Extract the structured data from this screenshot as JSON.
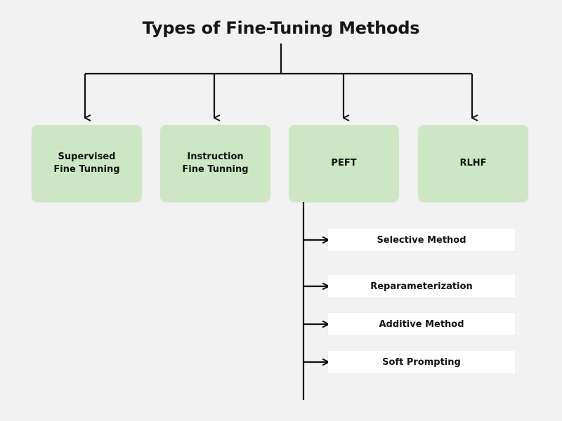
{
  "diagram": {
    "title": "Types of Fine-Tuning Methods",
    "background_color": "#f2f2f2",
    "node_color": "#cde7c4",
    "leaf_color": "#ffffff",
    "line_color": "#111111",
    "level1": [
      {
        "id": "supervised",
        "line1": "Supervised",
        "line2": "Fine Tunning"
      },
      {
        "id": "instruction",
        "line1": "Instruction",
        "line2": "Fine Tunning"
      },
      {
        "id": "peft",
        "line1": "PEFT",
        "line2": ""
      },
      {
        "id": "rlhf",
        "line1": "RLHF",
        "line2": ""
      }
    ],
    "peft_children": [
      {
        "id": "selective-method",
        "label": "Selective Method"
      },
      {
        "id": "reparameterization",
        "label": "Reparameterization"
      },
      {
        "id": "additive-method",
        "label": "Additive Method"
      },
      {
        "id": "soft-prompting",
        "label": "Soft Prompting"
      }
    ]
  }
}
